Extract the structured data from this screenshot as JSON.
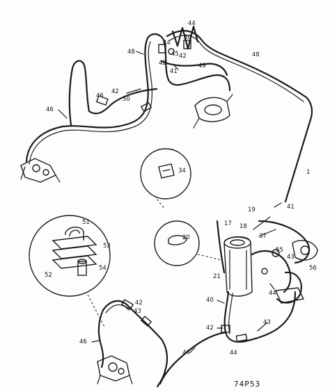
{
  "reference_code": "74P53",
  "callouts": [
    {
      "id": "c48a",
      "text": "48"
    },
    {
      "id": "c50a",
      "text": "50"
    },
    {
      "id": "c42a",
      "text": "42"
    },
    {
      "id": "c44a",
      "text": "44"
    },
    {
      "id": "c46a",
      "text": "46"
    },
    {
      "id": "c44b",
      "text": "44"
    },
    {
      "id": "c45",
      "text": "45"
    },
    {
      "id": "c42b",
      "text": "42"
    },
    {
      "id": "c41",
      "text": "41"
    },
    {
      "id": "c49",
      "text": "49"
    },
    {
      "id": "c48b",
      "text": "48"
    },
    {
      "id": "c42c",
      "text": "42"
    },
    {
      "id": "c50b",
      "text": "50"
    },
    {
      "id": "c46b",
      "text": "46"
    },
    {
      "id": "c34",
      "text": "34"
    },
    {
      "id": "c1",
      "text": "1"
    },
    {
      "id": "c41b",
      "text": "41"
    },
    {
      "id": "c17",
      "text": "17"
    },
    {
      "id": "c18",
      "text": "18"
    },
    {
      "id": "c19",
      "text": "19"
    },
    {
      "id": "c20",
      "text": "20"
    },
    {
      "id": "c37",
      "text": "37"
    },
    {
      "id": "c53",
      "text": "53"
    },
    {
      "id": "c54",
      "text": "54"
    },
    {
      "id": "c52",
      "text": "52"
    },
    {
      "id": "c51",
      "text": "51"
    },
    {
      "id": "c55",
      "text": "55"
    },
    {
      "id": "c56",
      "text": "56"
    },
    {
      "id": "c43a",
      "text": "43"
    },
    {
      "id": "c21",
      "text": "21"
    },
    {
      "id": "c40",
      "text": "40"
    },
    {
      "id": "c42d",
      "text": "42"
    },
    {
      "id": "c43b",
      "text": "43"
    },
    {
      "id": "c42e",
      "text": "42"
    },
    {
      "id": "c44c",
      "text": "44"
    },
    {
      "id": "c47",
      "text": "47"
    },
    {
      "id": "c46c",
      "text": "46"
    },
    {
      "id": "c43c",
      "text": "43"
    },
    {
      "id": "c44d",
      "text": "44"
    }
  ]
}
